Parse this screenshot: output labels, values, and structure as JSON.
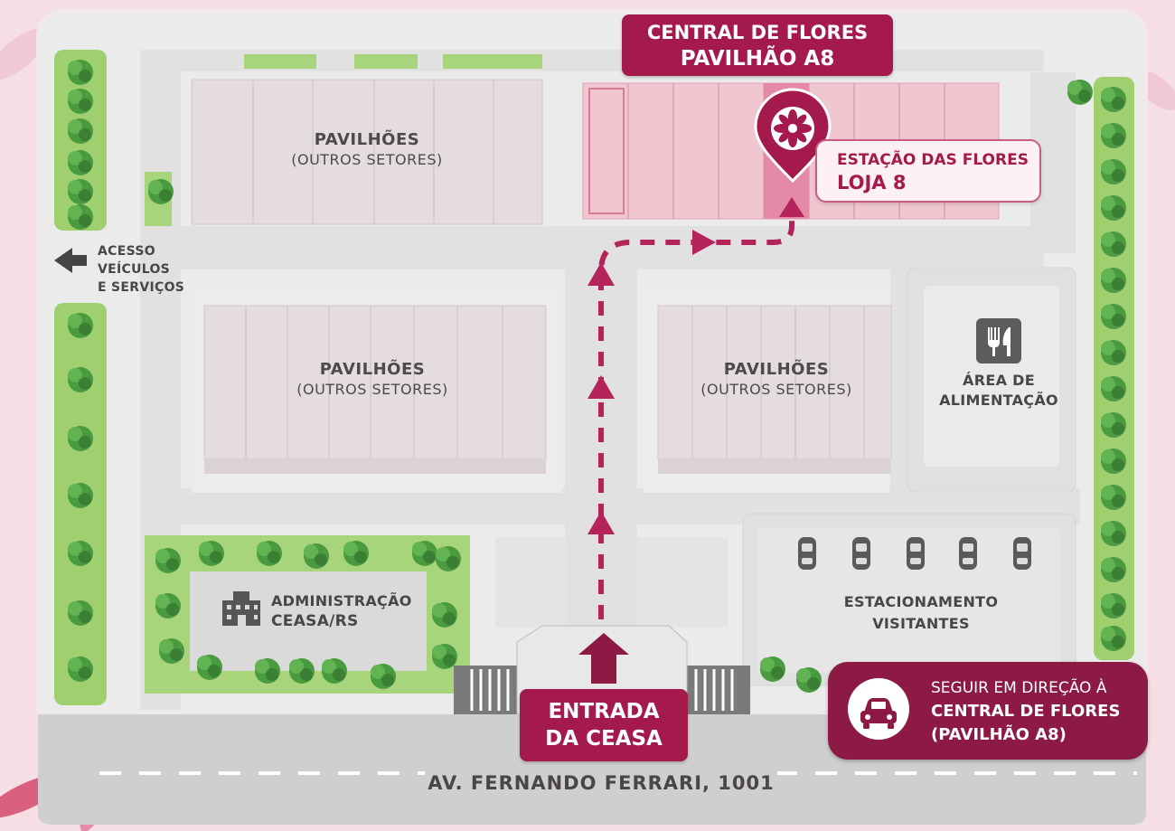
{
  "colors": {
    "background": "#f5dfe5",
    "road": "#d1d0d0",
    "lane": "#e9e9e9",
    "pavilion": "#e3d8d9",
    "pavilion_pink": "#eab8c4",
    "accent": "#a41a4d",
    "route": "#b4245a",
    "tree": "#3f8a3a",
    "grass": "#9ccc6e"
  },
  "header": {
    "line1": "CENTRAL DE FLORES",
    "line2": "PAVILHÃO A8"
  },
  "marker": {
    "icon": "flower-pin-icon",
    "title": "ESTAÇÃO DAS FLORES",
    "subtitle": "LOJA 8"
  },
  "access": {
    "icon": "arrow-left-icon",
    "lines": [
      "ACESSO",
      "VEÍCULOS",
      "E SERVIÇOS"
    ]
  },
  "pavilions": [
    {
      "title": "PAVILHÕES",
      "subtitle": "(OUTROS SETORES)"
    },
    {
      "title": "PAVILHÕES",
      "subtitle": "(OUTROS SETORES)"
    },
    {
      "title": "PAVILHÕES",
      "subtitle": "(OUTROS SETORES)"
    }
  ],
  "food": {
    "icon": "fork-knife-icon",
    "line1": "ÁREA DE",
    "line2": "ALIMENTAÇÃO"
  },
  "admin": {
    "icon": "building-icon",
    "line1": "ADMINISTRAÇÃO",
    "line2": "CEASA/RS"
  },
  "parking": {
    "icon": "car-top-icon",
    "spots": 5,
    "line1": "ESTACIONAMENTO",
    "line2": "VISITANTES"
  },
  "entrance": {
    "icon": "arrow-up-icon",
    "line1": "ENTRADA",
    "line2": "DA CEASA"
  },
  "follow": {
    "icon": "car-icon",
    "line1": "SEGUIR EM DIREÇÃO À",
    "line2": "CENTRAL DE FLORES",
    "line3": "(PAVILHÃO A8)"
  },
  "street": "AV. FERNANDO FERRARI, 1001"
}
